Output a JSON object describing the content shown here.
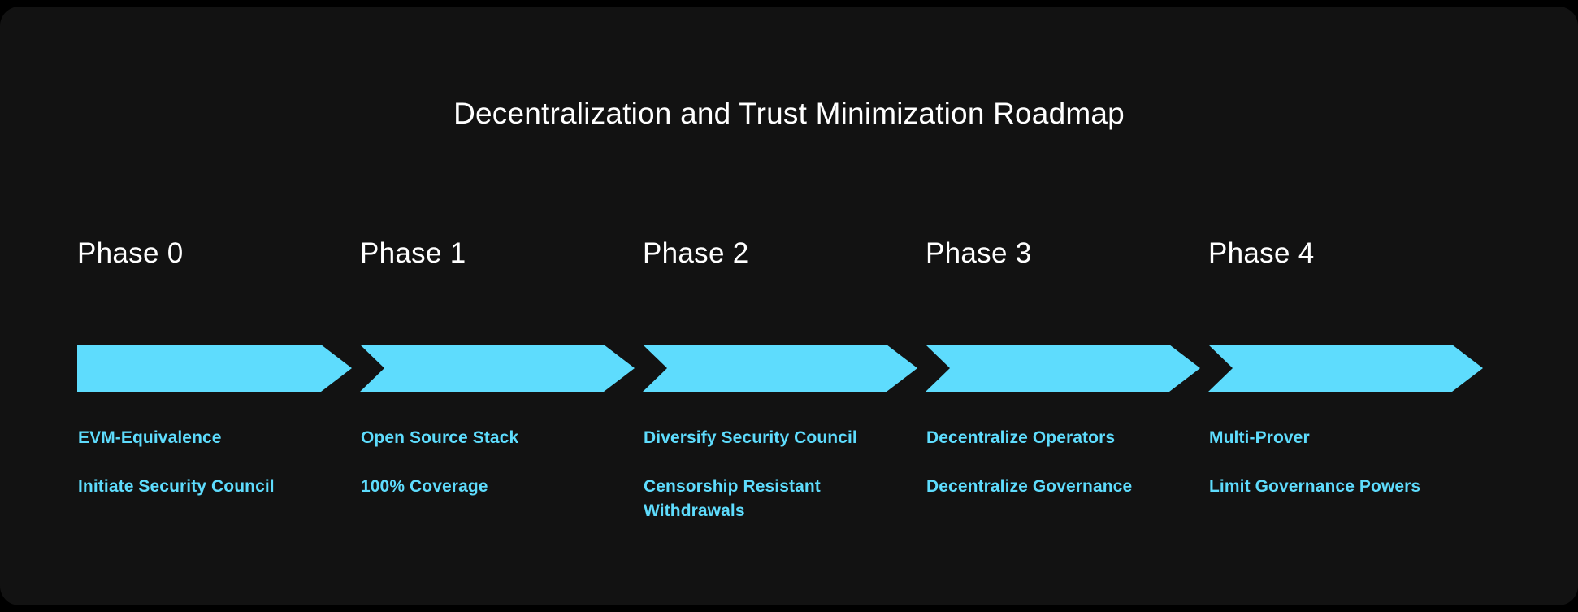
{
  "card": {
    "background_color": "#121212",
    "page_background_color": "#000000"
  },
  "header": {
    "title": "Decentralization and Trust Minimization Roadmap",
    "title_color": "#FFFFFF"
  },
  "theme": {
    "accent_color": "#5EDCFD",
    "arrow_fill": "#5EDCFD",
    "phase_label_color": "#FFFFFF"
  },
  "roadmap": {
    "phases": [
      {
        "label": "Phase 0",
        "arrow_style": "flat-left",
        "items": [
          "EVM-Equivalence",
          "Initiate Security Council"
        ]
      },
      {
        "label": "Phase 1",
        "arrow_style": "chevron-left",
        "items": [
          "Open Source Stack",
          "100% Coverage"
        ]
      },
      {
        "label": "Phase 2",
        "arrow_style": "chevron-left",
        "items": [
          "Diversify Security Council",
          "Censorship Resistant Withdrawals"
        ]
      },
      {
        "label": "Phase 3",
        "arrow_style": "chevron-left",
        "items": [
          "Decentralize Operators",
          "Decentralize Governance"
        ]
      },
      {
        "label": "Phase 4",
        "arrow_style": "chevron-left",
        "items": [
          "Multi-Prover",
          "Limit Governance Powers"
        ]
      }
    ]
  }
}
